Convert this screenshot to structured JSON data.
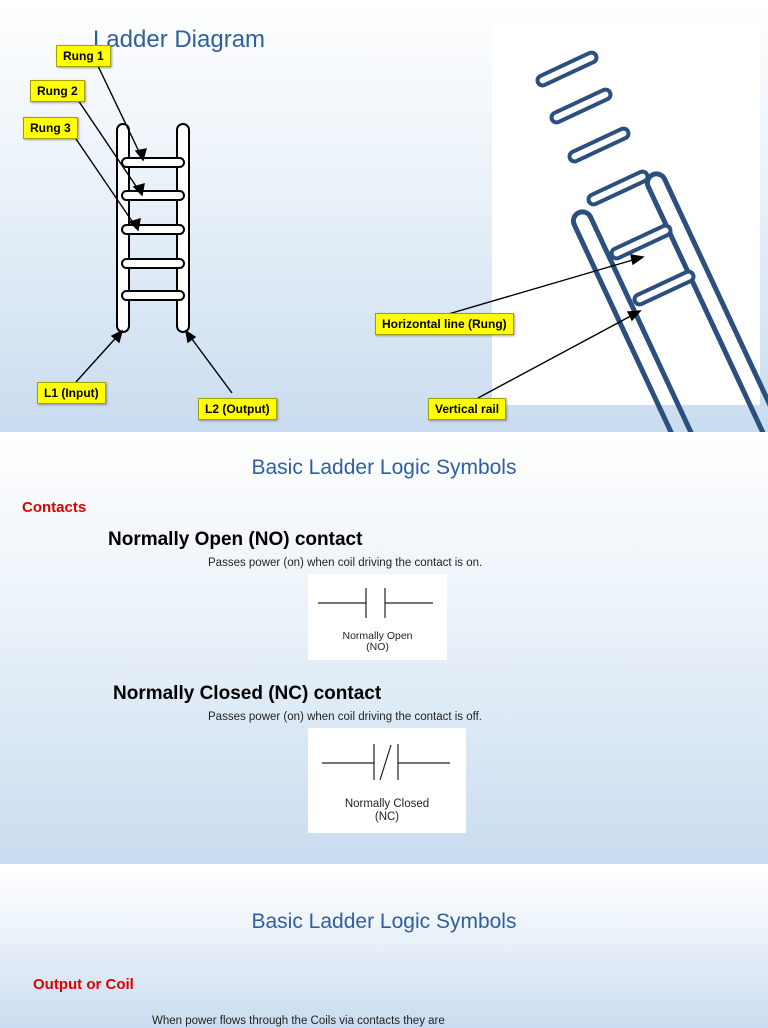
{
  "slide1": {
    "title": "Ladder Diagram",
    "callouts": {
      "rung1": "Rung 1",
      "rung2": "Rung 2",
      "rung3": "Rung 3",
      "l1": "L1 (Input)",
      "l2": "L2 (Output)",
      "horizontal": "Horizontal line (Rung)",
      "vertical": "Vertical rail"
    }
  },
  "slide2": {
    "title": "Basic Ladder Logic Symbols",
    "section": "Contacts",
    "no": {
      "heading": "Normally Open (NO) contact",
      "description": "Passes power (on) when coil driving the contact is on.",
      "label_line1": "Normally Open",
      "label_line2": "(NO)"
    },
    "nc": {
      "heading": "Normally Closed (NC) contact",
      "description": "Passes power (on) when coil driving the contact is off.",
      "label_line1": "Normally Closed",
      "label_line2": "(NC)"
    }
  },
  "slide3": {
    "title": "Basic Ladder Logic Symbols",
    "section": "Output or Coil",
    "description": "When power flows through the Coils via contacts they are"
  },
  "colors": {
    "title_blue": "#2e5f9e",
    "callout_yellow": "#ffff00",
    "section_red": "#e00000",
    "ladder_blue": "#2b4f7e"
  }
}
